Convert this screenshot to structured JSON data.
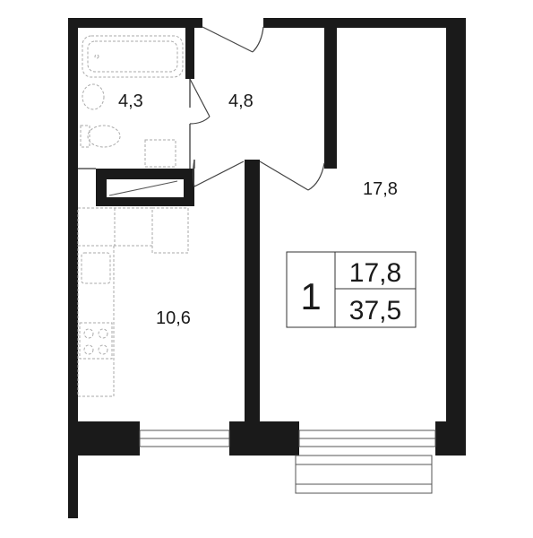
{
  "rooms": [
    {
      "id": "bathroom",
      "area": "4,3"
    },
    {
      "id": "hall",
      "area": "4,8"
    },
    {
      "id": "living-room",
      "area": "17,8"
    },
    {
      "id": "kitchen",
      "area": "10,6"
    }
  ],
  "summary": {
    "rooms_count": "1",
    "living_area": "17,8",
    "total_area": "37,5"
  },
  "colors": {
    "wall": "#1a1a1a",
    "line": "#555555",
    "fixture": "#aaaaaa",
    "background": "#ffffff"
  }
}
